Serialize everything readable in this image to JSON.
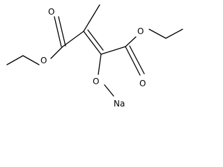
{
  "molecule": {
    "atoms": {
      "o_carbonyl_left": "O",
      "o_ester_left": "O",
      "o_carbonyl_right": "O",
      "o_ester_right": "O",
      "o_enolate": "O",
      "sodium": "Na"
    },
    "colors": {
      "bond": "#000000",
      "label": "#000000",
      "background": "#ffffff"
    }
  }
}
